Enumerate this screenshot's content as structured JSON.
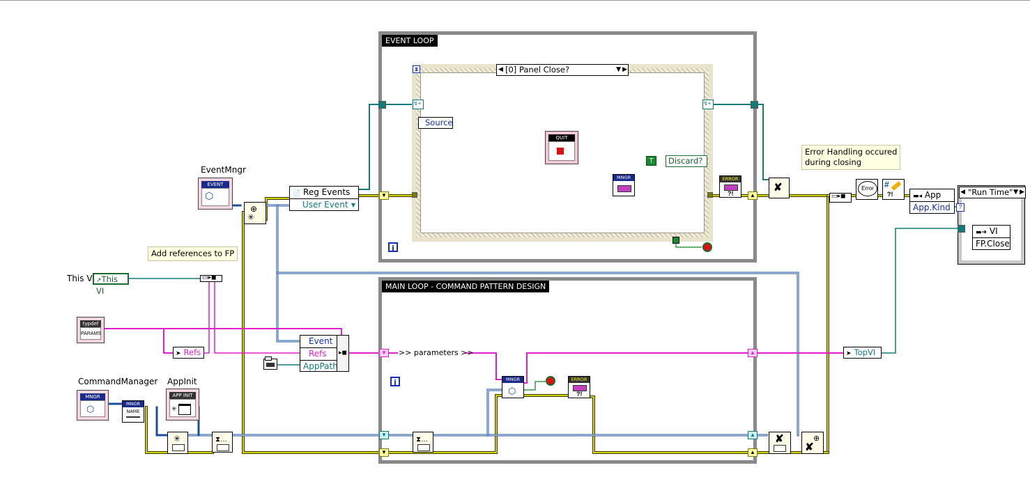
{
  "loops": {
    "event_loop_title": "EVENT LOOP",
    "main_loop_title": "MAIN LOOP - COMMAND PATTERN DESIGN"
  },
  "event_case": {
    "selector": "[0] Panel Close?",
    "source_label": "Source",
    "discard_label": "Discard?",
    "true_const": "T"
  },
  "labels": {
    "eventmngr": "EventMngr",
    "commandmanager": "CommandManager",
    "appinit": "AppInit",
    "this_vi": "This VI",
    "this_vi_ref": "This VI",
    "parameters": ">> parameters >>",
    "refs": "Refs",
    "topvi": "TopVI"
  },
  "notes": {
    "add_refs": "Add references to FP",
    "error_handling": "Error Handling occured\nduring closing"
  },
  "reg_events": {
    "title": "Reg Events",
    "item": "User Event"
  },
  "bundle": {
    "items": [
      "Event",
      "Refs",
      "AppPath"
    ]
  },
  "app_node": {
    "title": "App",
    "item": "App.Kind"
  },
  "case_structure": {
    "selector": "\"Run Time\"",
    "vi_node_title": "VI",
    "vi_node_item": "FP.Close"
  },
  "icons": {
    "quit": "QUIT",
    "mngr": "MNGR",
    "error": "ERROR",
    "event": "EVENT",
    "params": "PARAMS",
    "name": "NAME",
    "app_init": "APP INIT",
    "typedef": "typdef",
    "info": "i"
  },
  "colors": {
    "error_wire": "#c8c800",
    "class_wire": "#1a4fa0",
    "ref_wire": "#137a7a",
    "cluster_wire": "#e020c8",
    "bool_wire": "#1a8a2e",
    "loop_border": "#8a8a8a"
  }
}
